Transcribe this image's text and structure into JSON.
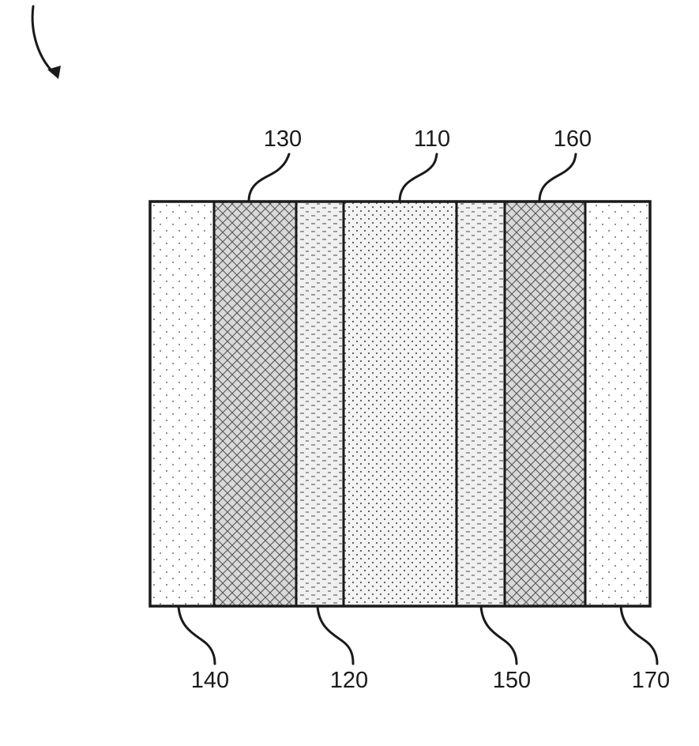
{
  "figure": {
    "layers": [
      {
        "id": "layer-140",
        "pattern": "dots-sparse"
      },
      {
        "id": "layer-130",
        "pattern": "crosshatch"
      },
      {
        "id": "layer-120",
        "pattern": "dashes"
      },
      {
        "id": "layer-110",
        "pattern": "dots-dense"
      },
      {
        "id": "layer-150",
        "pattern": "dashes"
      },
      {
        "id": "layer-160",
        "pattern": "crosshatch"
      },
      {
        "id": "layer-170",
        "pattern": "dots-sparse"
      }
    ],
    "labels": {
      "l130": "130",
      "l110": "110",
      "l160": "160",
      "l140": "140",
      "l120": "120",
      "l150": "150",
      "l170": "170"
    }
  }
}
